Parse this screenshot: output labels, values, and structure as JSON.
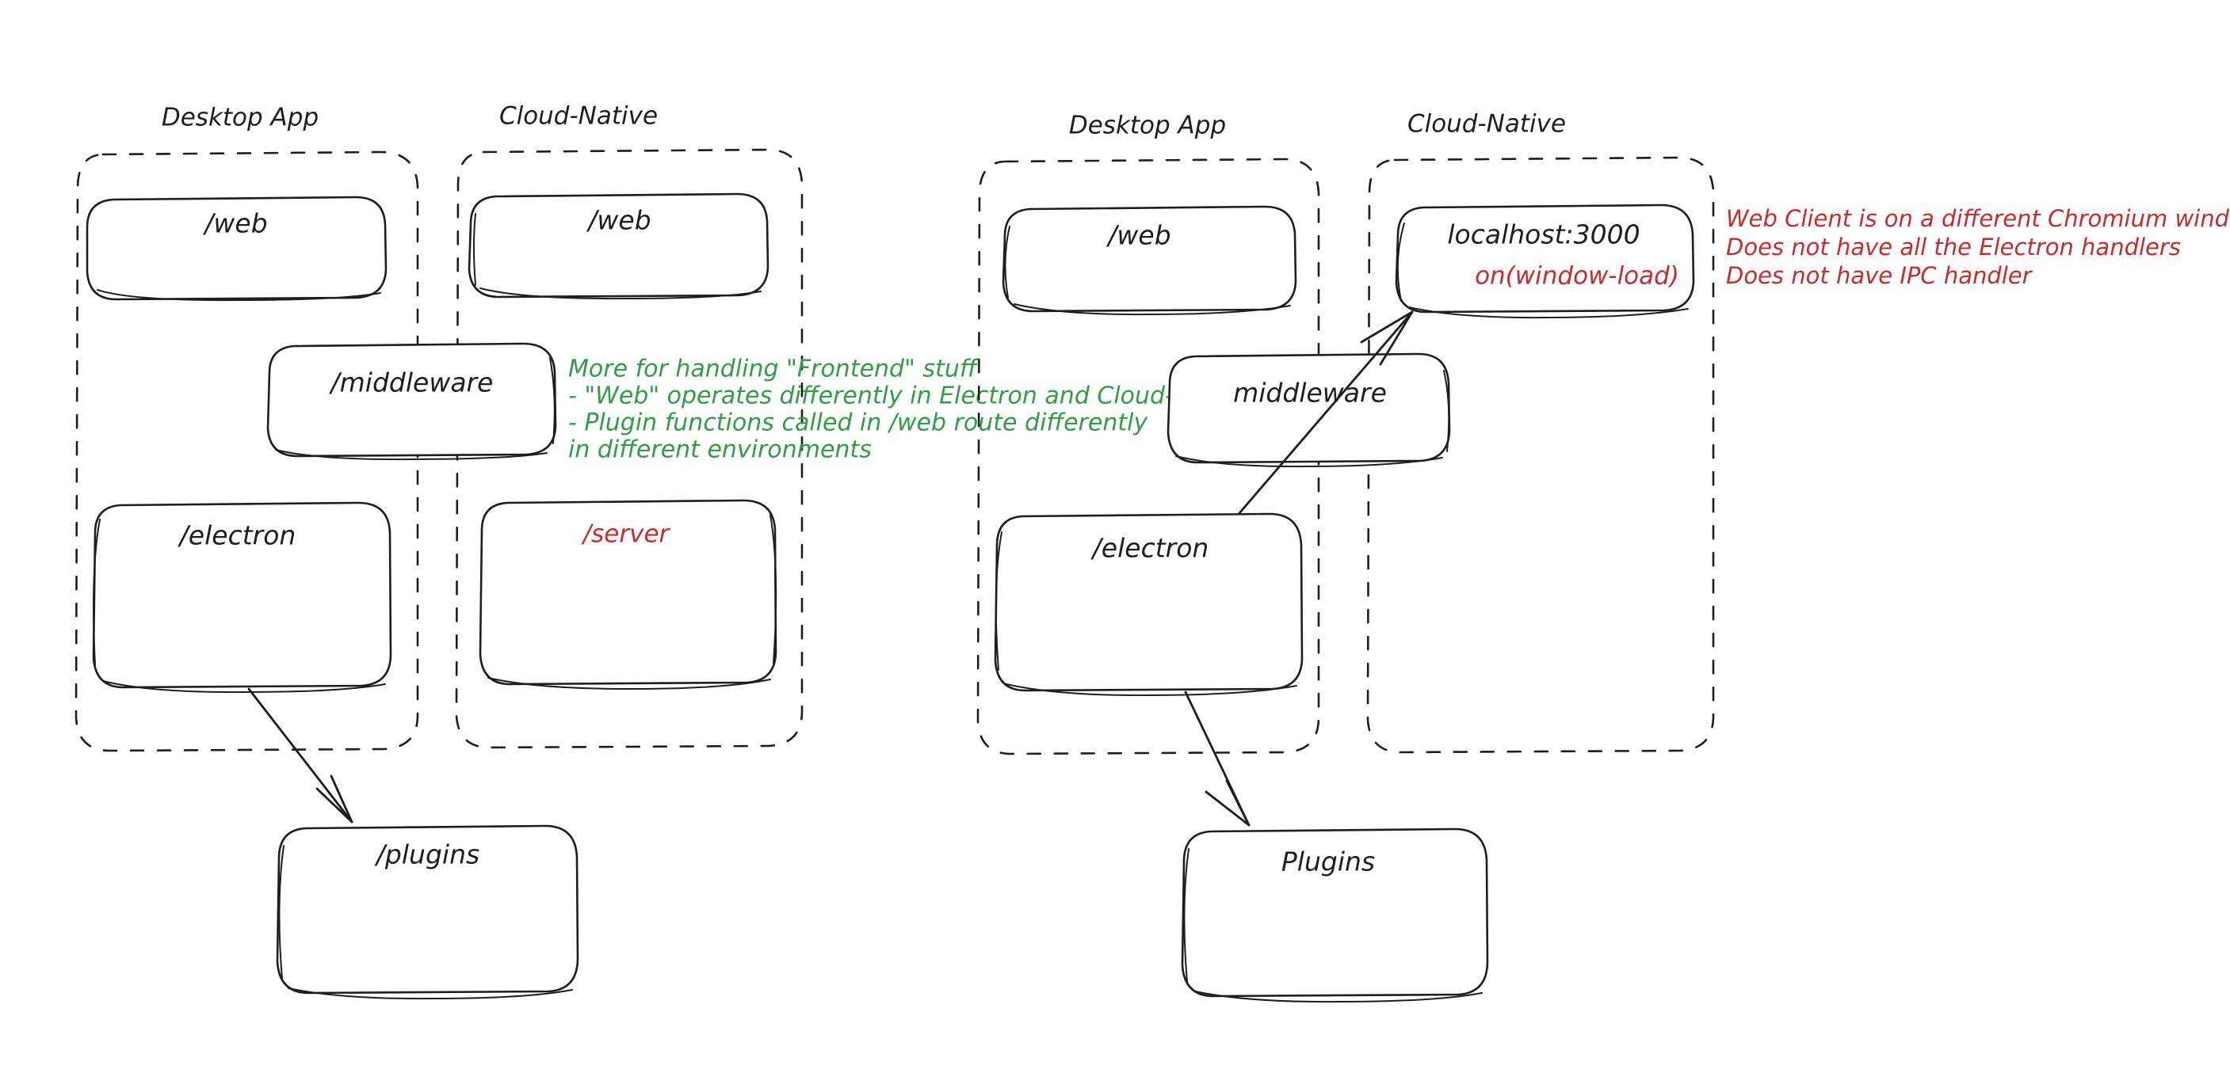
{
  "diagram": {
    "title_hidden": "",
    "colors": {
      "ink": "#1e1e1e",
      "red": "#c92a2a",
      "green": "#2f9e44",
      "background": "#ffffff"
    },
    "left_diagram": {
      "groups": [
        {
          "label": "Desktop App"
        },
        {
          "label": "Cloud-Native"
        }
      ],
      "nodes": [
        {
          "label": "/web",
          "color": "ink"
        },
        {
          "label": "/web",
          "color": "ink"
        },
        {
          "label": "/middleware",
          "color": "ink"
        },
        {
          "label": "/electron",
          "color": "ink"
        },
        {
          "label": "/server",
          "color": "red"
        },
        {
          "label": "/plugins",
          "color": "ink"
        }
      ],
      "note": {
        "color": "green",
        "lines": [
          "More for handling \"Frontend\" stuff",
          "- \"Web\" operates differently in Electron and Cloud-Native",
          "- Plugin functions called in /web route differently",
          "in different environments"
        ]
      }
    },
    "right_diagram": {
      "groups": [
        {
          "label": "Desktop App"
        },
        {
          "label": "Cloud-Native"
        }
      ],
      "nodes": [
        {
          "label": "/web",
          "color": "ink"
        },
        {
          "label": "localhost:3000",
          "color": "ink",
          "sub_label": "on(window-load)",
          "sub_color": "red"
        },
        {
          "label": "middleware",
          "color": "ink"
        },
        {
          "label": "/electron",
          "color": "ink"
        },
        {
          "label": "Plugins",
          "color": "ink"
        }
      ],
      "note": {
        "color": "red",
        "lines": [
          "Web Client is on a different Chromium window",
          "Does not have all the Electron handlers",
          "Does not have IPC handler"
        ]
      }
    }
  }
}
